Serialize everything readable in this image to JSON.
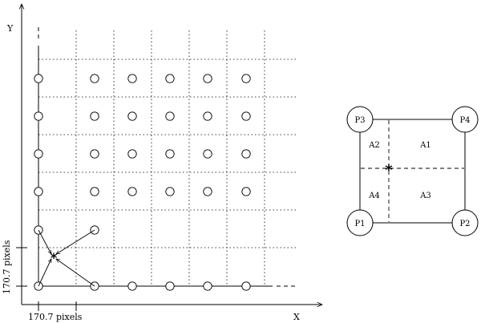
{
  "grid_diagram": {
    "y_axis_label": "Y",
    "x_axis_label": "X",
    "x_dimension_label": "170.7 pixels",
    "y_dimension_label": "170.7 pixels",
    "point_marker": "*"
  },
  "cell_diagram": {
    "corner_labels": [
      "P3",
      "P4",
      "P1",
      "P2"
    ],
    "area_labels": [
      "A2",
      "A1",
      "A4",
      "A3"
    ],
    "point_marker": "*"
  }
}
